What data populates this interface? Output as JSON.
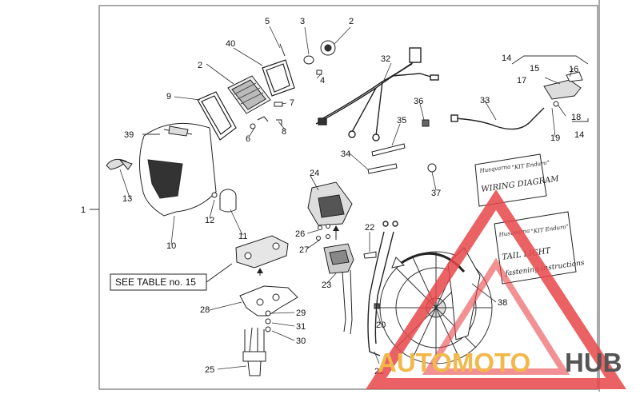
{
  "diagram": {
    "part_numbers": [
      "1",
      "2",
      "2",
      "3",
      "4",
      "5",
      "6",
      "7",
      "8",
      "9",
      "10",
      "11",
      "12",
      "13",
      "14",
      "14",
      "15",
      "16",
      "17",
      "18",
      "19",
      "20",
      "21",
      "22",
      "23",
      "24",
      "25",
      "26",
      "27",
      "28",
      "29",
      "30",
      "31",
      "32",
      "33",
      "34",
      "35",
      "36",
      "37",
      "38",
      "39",
      "40"
    ],
    "table_note": "SEE TABLE no. 15",
    "card1": {
      "brand": "Husqvarna",
      "kit": "\"KIT Enduro\"",
      "title": "WIRING DIAGRAM"
    },
    "card2": {
      "brand": "Husqvarna",
      "kit": "\"KIT Enduro\"",
      "title": "TAIL LIGHT",
      "subtitle": "fastening instructions"
    }
  },
  "watermark": {
    "part1": "AUTOMOTO",
    "part2": "HUB",
    "color1": "#f2b84a",
    "color2": "#555555",
    "triangle_color": "#e8474b"
  }
}
